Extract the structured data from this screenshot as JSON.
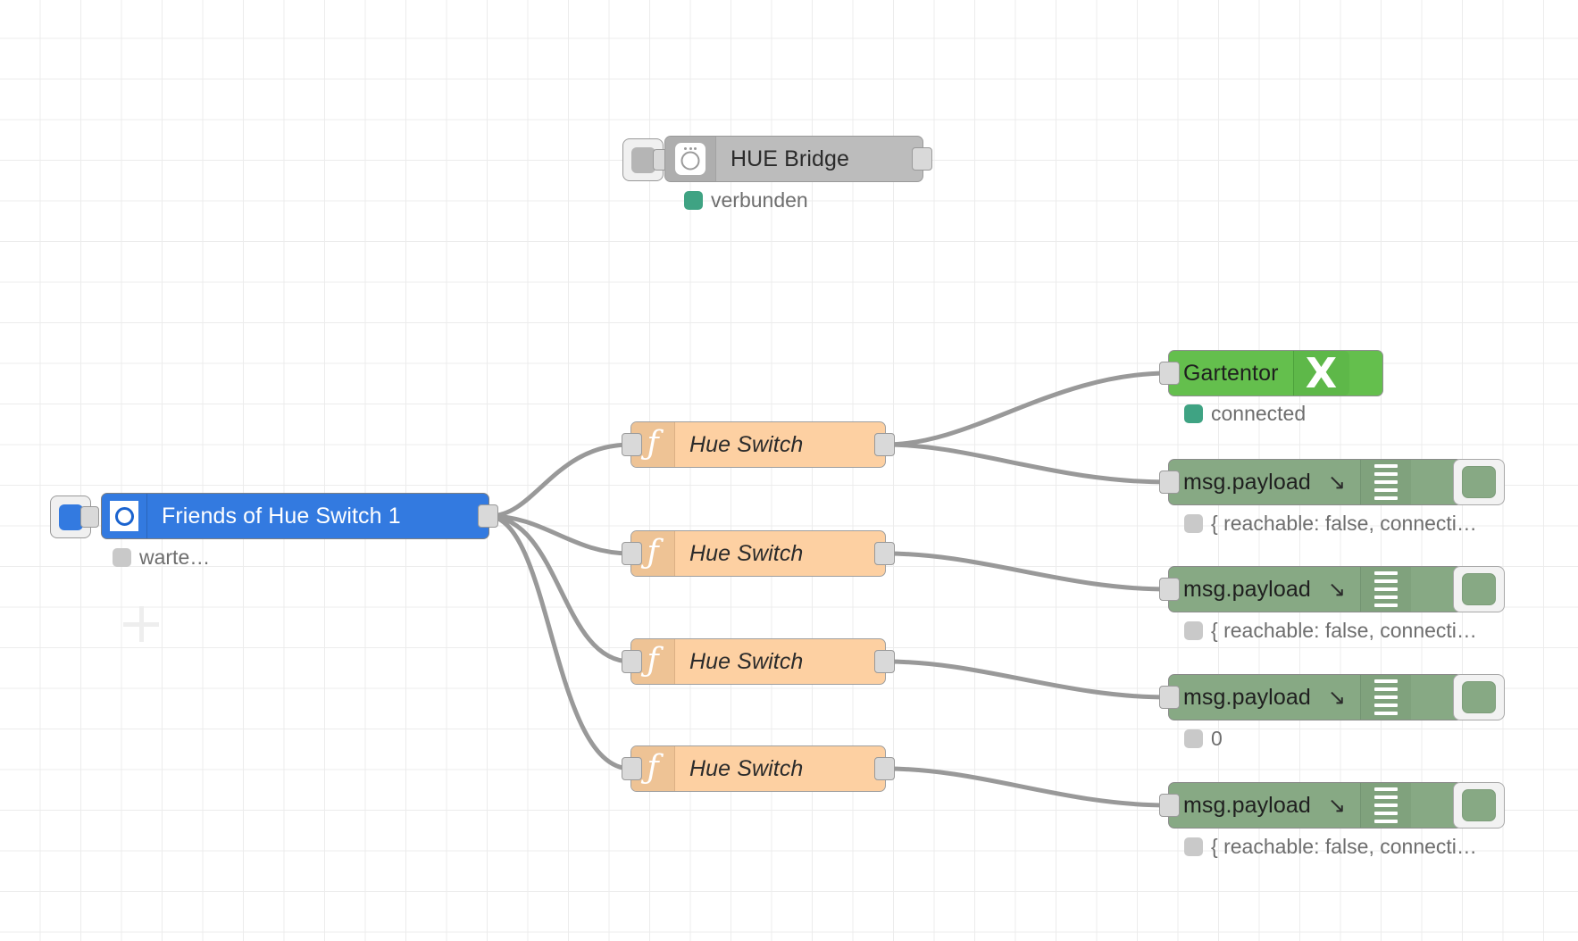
{
  "canvas": {
    "grid_size": 45.5,
    "grid_color": "#ececec",
    "background": "#ffffff",
    "wire_color": "#999999"
  },
  "nodes": {
    "bridge": {
      "label": "HUE Bridge",
      "status": "verbunden",
      "status_color": "#3fa383",
      "icon": "hue-bulb-icon",
      "color": "#bcbcbc"
    },
    "switch": {
      "label": "Friends of Hue Switch 1",
      "status": "warte…",
      "status_color": "#c9c9c9",
      "icon": "ring-icon",
      "color": "#337ae0"
    },
    "functions": [
      {
        "label": "Hue Switch",
        "icon": "function-f-icon",
        "color": "#fdd0a2"
      },
      {
        "label": "Hue Switch",
        "icon": "function-f-icon",
        "color": "#fdd0a2"
      },
      {
        "label": "Hue Switch",
        "icon": "function-f-icon",
        "color": "#fdd0a2"
      },
      {
        "label": "Hue Switch",
        "icon": "function-f-icon",
        "color": "#fdd0a2"
      }
    ],
    "gartentor": {
      "label": "Gartentor",
      "status": "connected",
      "status_color": "#3fa383",
      "icon": "x-icon",
      "color": "#64bf4d"
    },
    "debugs": [
      {
        "label": "msg.payload",
        "arrow": "↘",
        "status": "{ reachable: false, connecti…",
        "status_color": "#c9c9c9",
        "icon": "debug-lines-icon",
        "toggle": "debug-toggle-on",
        "color": "#87a984"
      },
      {
        "label": "msg.payload",
        "arrow": "↘",
        "status": "{ reachable: false, connecti…",
        "status_color": "#c9c9c9",
        "icon": "debug-lines-icon",
        "toggle": "debug-toggle-on",
        "color": "#87a984"
      },
      {
        "label": "msg.payload",
        "arrow": "↘",
        "status": "0",
        "status_color": "#c9c9c9",
        "icon": "debug-lines-icon",
        "toggle": "debug-toggle-on",
        "color": "#87a984"
      },
      {
        "label": "msg.payload",
        "arrow": "↘",
        "status": "{ reachable: false, connecti…",
        "status_color": "#c9c9c9",
        "icon": "debug-lines-icon",
        "toggle": "debug-toggle-on",
        "color": "#87a984"
      }
    ]
  }
}
